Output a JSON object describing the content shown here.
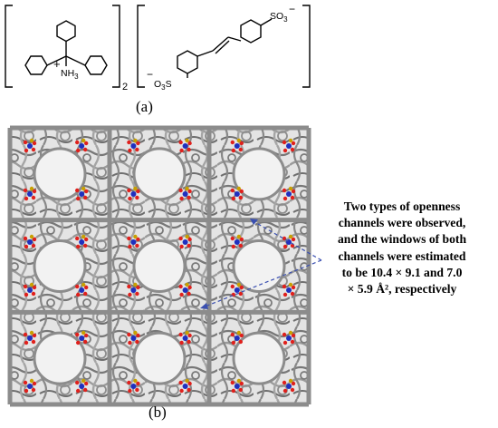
{
  "figure": {
    "label_a": "(a)",
    "label_b": "(b)",
    "cation_charge": "+",
    "cation_group": "NH",
    "cation_group_sub": "3",
    "cation_count": "2",
    "anion_left": "O",
    "anion_left_sub": "3",
    "anion_left_prefix": "S",
    "anion_left_charge": "−",
    "anion_right": "SO",
    "anion_right_sub": "3",
    "anion_right_charge": "−",
    "note_lines": [
      "Two types of openness",
      "channels were observed,",
      "and the windows of both",
      "channels were estimated",
      "to be 10.4 × 9.1 and 7.0",
      "× 5.9 Å², respectively"
    ]
  },
  "colors": {
    "framework": "#8c8c8c",
    "framework_light": "#c8c8c8",
    "oxygen": "#e0201c",
    "nitrogen": "#1f2fbf",
    "sulfur": "#c8a000",
    "arrow": "#3a4fb0"
  }
}
